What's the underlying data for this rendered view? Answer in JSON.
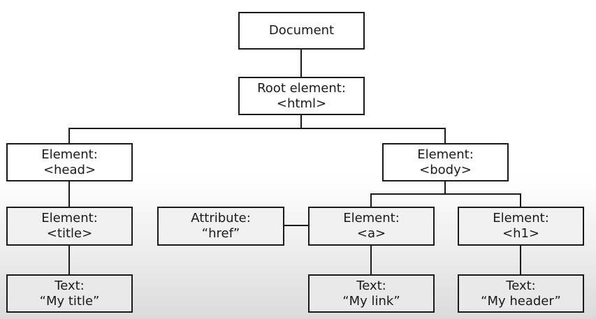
{
  "diagram": {
    "nodes": {
      "document": {
        "lines": [
          "Document"
        ]
      },
      "root": {
        "lines": [
          "Root element:",
          "<html>"
        ]
      },
      "head": {
        "lines": [
          "Element:",
          "<head>"
        ]
      },
      "body": {
        "lines": [
          "Element:",
          "<body>"
        ]
      },
      "title": {
        "lines": [
          "Element:",
          "<title>"
        ]
      },
      "attribute": {
        "lines": [
          "Attribute:",
          "“href”"
        ]
      },
      "a": {
        "lines": [
          "Element:",
          "<a>"
        ]
      },
      "h1": {
        "lines": [
          "Element:",
          "<h1>"
        ]
      },
      "text_title": {
        "lines": [
          "Text:",
          "“My title”"
        ]
      },
      "text_link": {
        "lines": [
          "Text:",
          "“My link”"
        ]
      },
      "text_header": {
        "lines": [
          "Text:",
          "“My header”"
        ]
      }
    },
    "edges": [
      [
        "document",
        "root"
      ],
      [
        "root",
        "head"
      ],
      [
        "root",
        "body"
      ],
      [
        "head",
        "title"
      ],
      [
        "body",
        "a"
      ],
      [
        "body",
        "h1"
      ],
      [
        "attribute",
        "a"
      ],
      [
        "title",
        "text_title"
      ],
      [
        "a",
        "text_link"
      ],
      [
        "h1",
        "text_header"
      ]
    ]
  }
}
